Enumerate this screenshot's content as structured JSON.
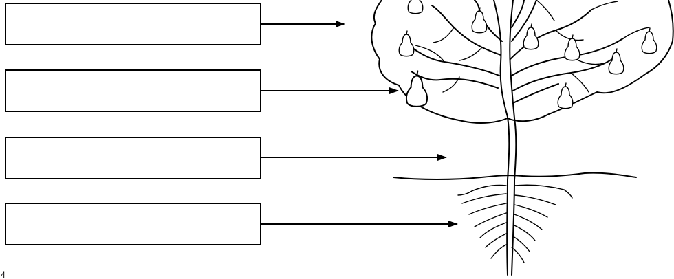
{
  "labels": [
    {
      "id": "fruit",
      "text": ""
    },
    {
      "id": "branch",
      "text": ""
    },
    {
      "id": "stem",
      "text": ""
    },
    {
      "id": "root",
      "text": ""
    }
  ],
  "footer": {
    "page_mark": "4"
  },
  "colors": {
    "line": "#000000",
    "background": "#ffffff"
  },
  "icons": [
    "pear-fruit-icon",
    "tree-illustration",
    "arrow-icon"
  ]
}
